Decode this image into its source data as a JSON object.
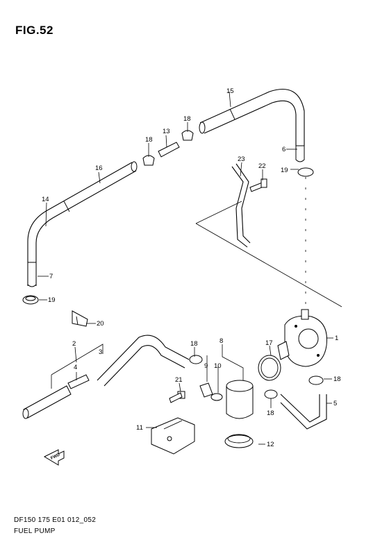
{
  "figure": {
    "title": "FIG.52",
    "model_code": "DF150 175 E01 012_052",
    "section_name": "FUEL PUMP",
    "fwd_label": "FWD"
  },
  "callouts": {
    "c1": "1",
    "c2": "2",
    "c3": "3",
    "c4": "4",
    "c5": "5",
    "c6": "6",
    "c7": "7",
    "c8": "8",
    "c9": "9",
    "c10": "10",
    "c11": "11",
    "c12": "12",
    "c13": "13",
    "c14": "14",
    "c15": "15",
    "c16": "16",
    "c17": "17",
    "c18a": "18",
    "c18b": "18",
    "c18c": "18",
    "c18d": "18",
    "c18e": "18",
    "c19a": "19",
    "c19b": "19",
    "c20": "20",
    "c21": "21",
    "c22": "22",
    "c23": "23"
  }
}
